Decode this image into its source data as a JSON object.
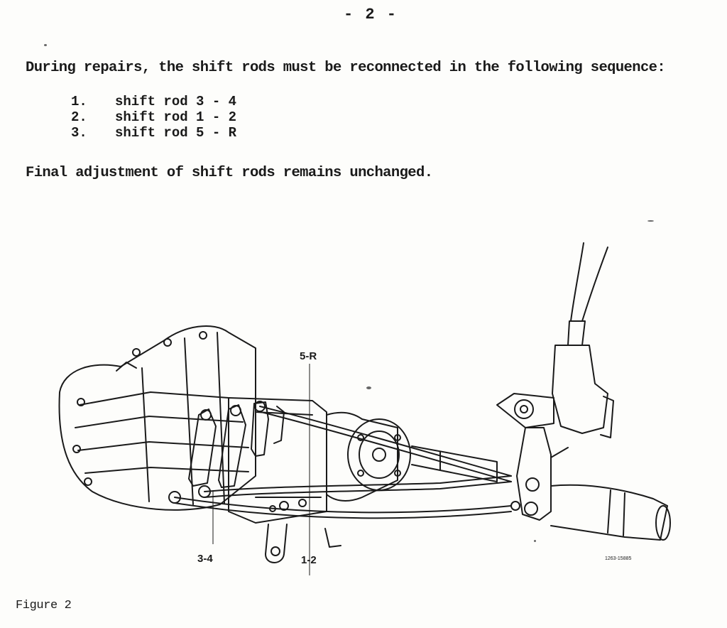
{
  "page_number": "- 2 -",
  "intro": "During repairs, the shift rods must be reconnected in the following sequence:",
  "steps": [
    {
      "num": "1.",
      "text": "shift rod 3 - 4"
    },
    {
      "num": "2.",
      "text": "shift rod 1 - 2"
    },
    {
      "num": "3.",
      "text": "shift rod 5 - R"
    }
  ],
  "final_note": "Final adjustment of shift rods remains unchanged.",
  "figure": {
    "callouts": {
      "rod_5r": "5-R",
      "rod_34": "3-4",
      "rod_12": "1-2"
    },
    "part_number": "1263-15885"
  },
  "caption": "Figure 2"
}
